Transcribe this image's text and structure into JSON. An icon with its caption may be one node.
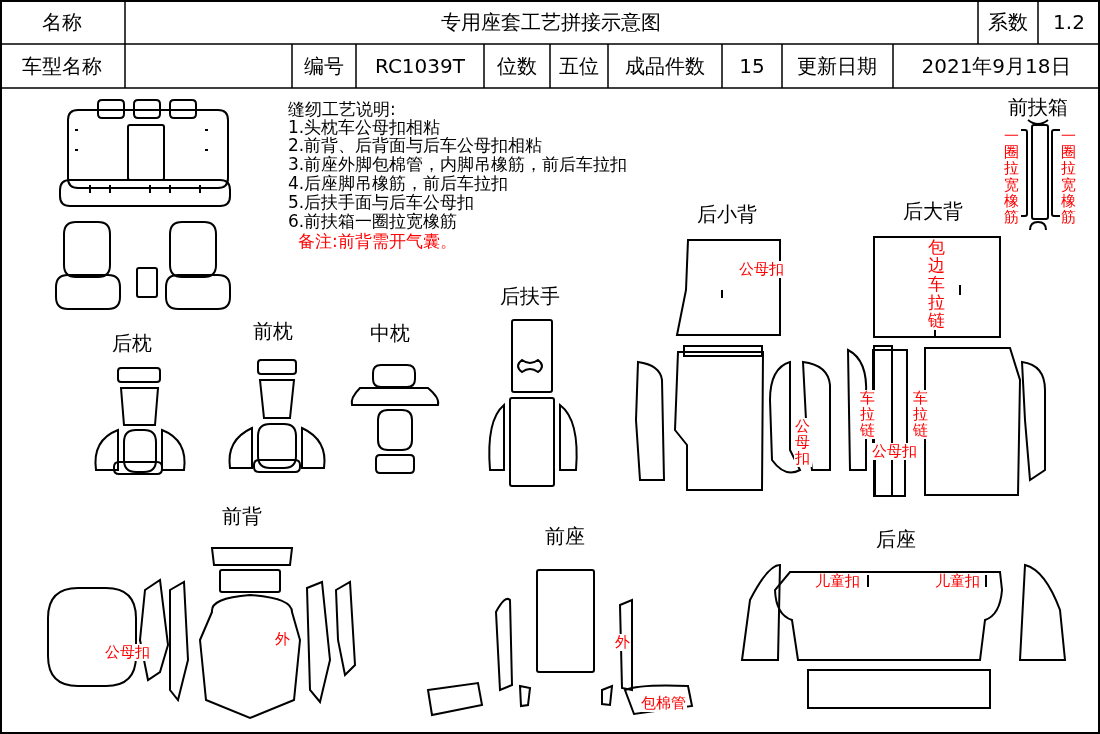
{
  "diagram": {
    "title": "专用座套工艺拼接示意图",
    "labels": [
      "名称",
      "系数",
      "1.2",
      "车型名称",
      "编号",
      "RC1039T",
      "位数",
      "五位",
      "成品件数",
      "15",
      "更新日期",
      "2021年9月18日",
      "缝纫工艺说明:",
      "1.头枕车公母扣相粘",
      "2.前背、后背面与后车公母扣相粘",
      "3.前座外脚包棉管，内脚吊橡筋，前后车拉扣",
      "4.后座脚吊橡筋，前后车拉扣",
      "5.后扶手面与后车公母扣",
      "6.前扶箱一圈拉宽橡筋",
      "备注:前背需开气囊。",
      "前扶箱",
      "一圈拉宽橡筋",
      "一圈拉宽橡筋",
      "后小背",
      "后大背",
      "公母扣",
      "包边车拉链",
      "后扶手",
      "后枕",
      "前枕",
      "中枕",
      "公母扣",
      "车拉链",
      "车拉链",
      "公母扣",
      "前背",
      "前座",
      "后座",
      "儿童扣",
      "儿童扣",
      "公母扣",
      "外",
      "外",
      "包棉管"
    ]
  }
}
